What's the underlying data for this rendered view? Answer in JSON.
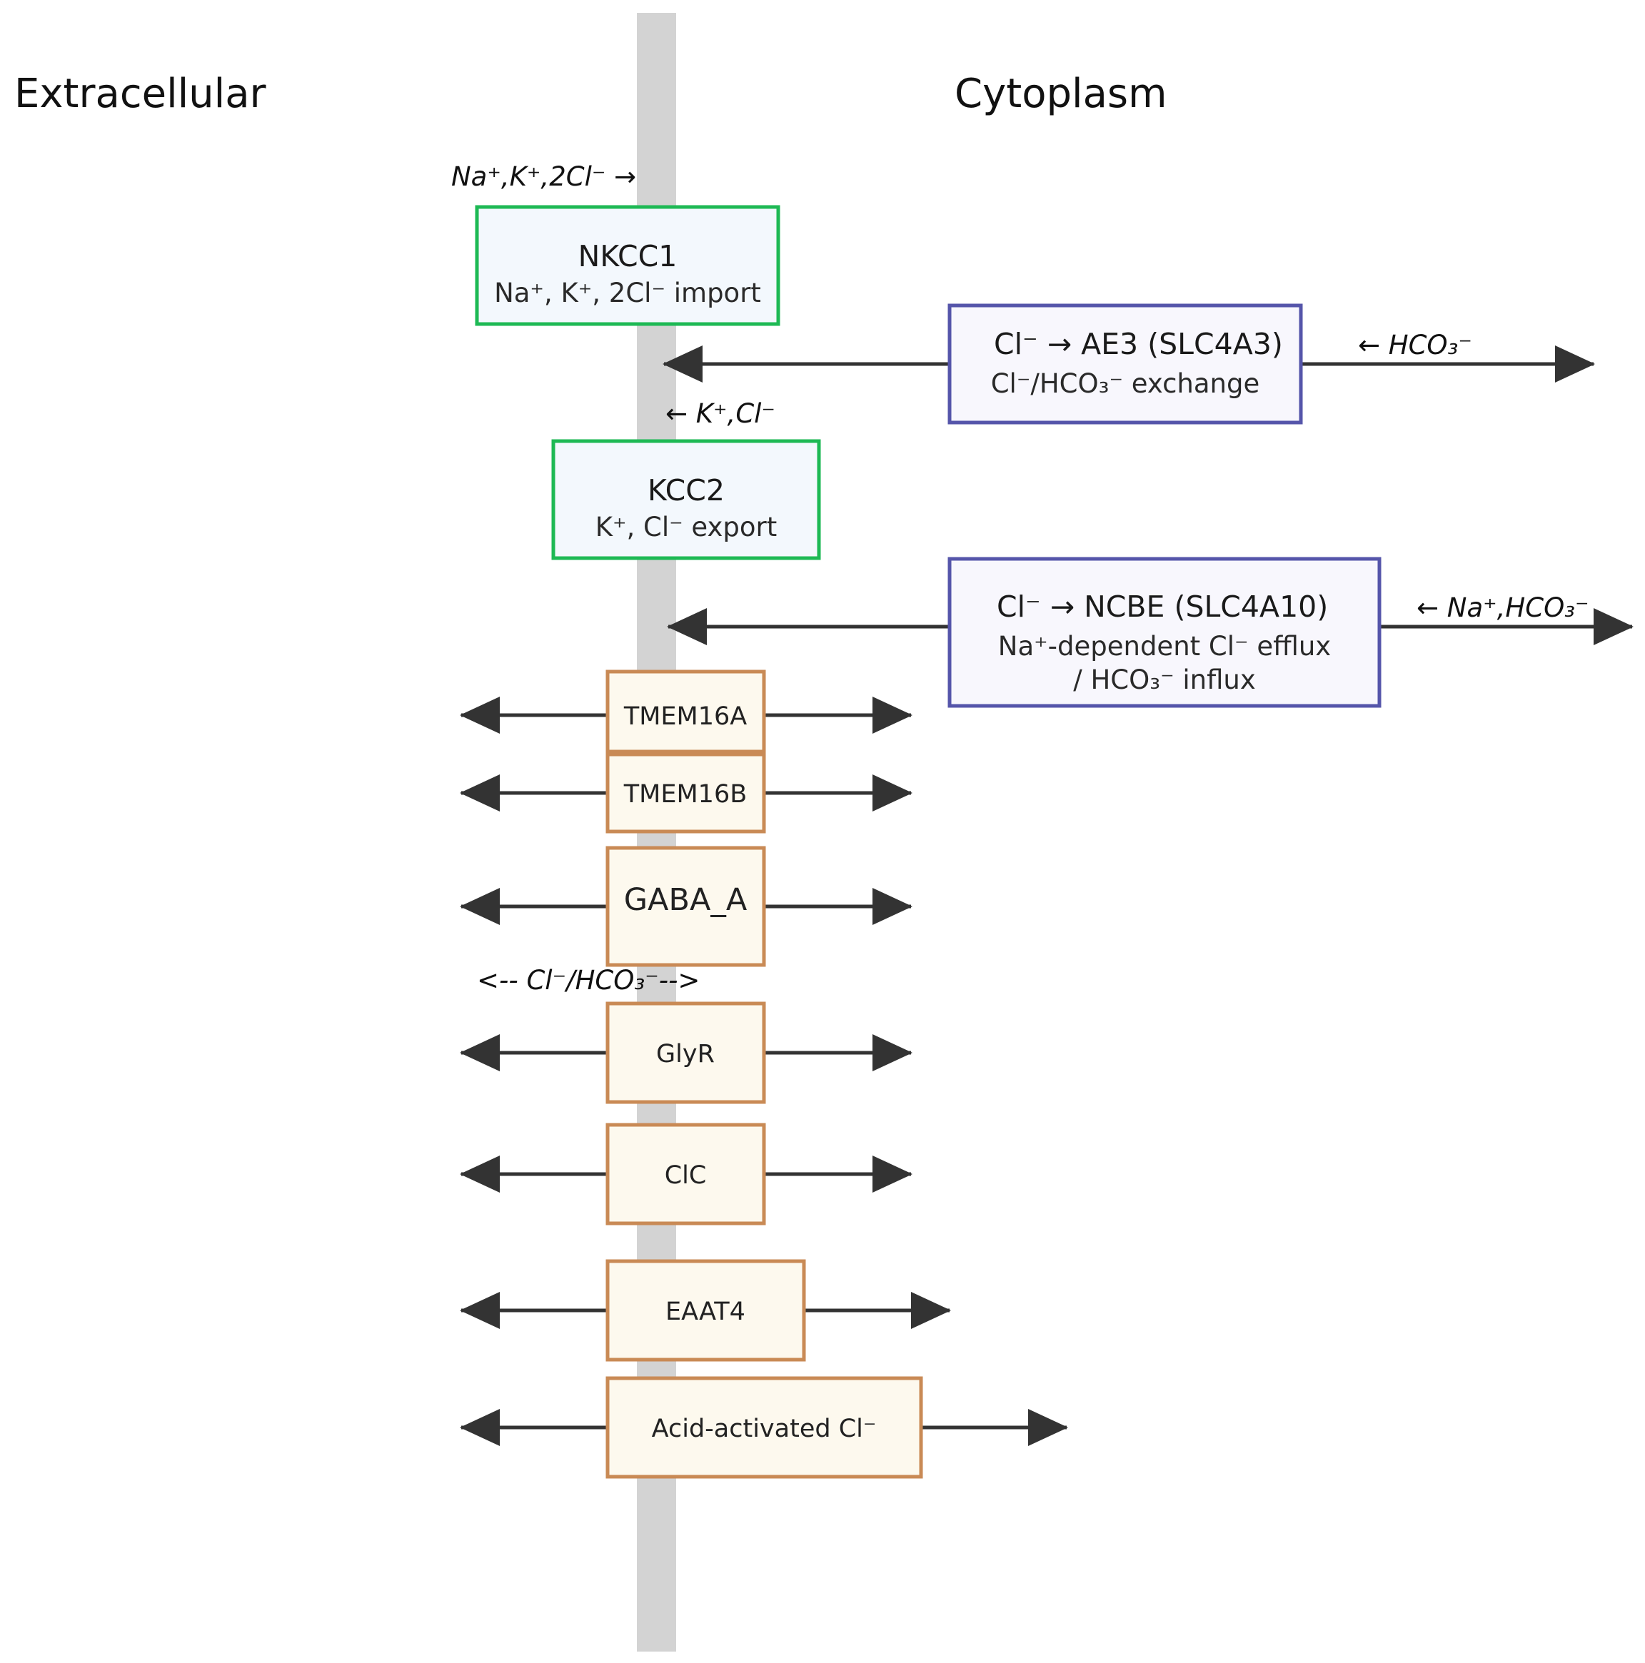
{
  "regions": {
    "extracellular": "Extracellular",
    "cytoplasm": "Cytoplasm"
  },
  "colors": {
    "membrane": "#d3d3d3",
    "cotransporter_border": "#1db954",
    "cotransporter_fill": "#f3f8fd",
    "exchanger_border": "#5555aa",
    "exchanger_fill": "#f8f7fd",
    "channel_border": "#c98a55",
    "channel_fill": "#fdf9ee",
    "arrow": "#333333"
  },
  "cotransporters": [
    {
      "name": "NKCC1",
      "desc": "Na⁺, K⁺, 2Cl⁻ import",
      "flux": "Na⁺,K⁺,2Cl⁻ →"
    },
    {
      "name": "KCC2",
      "desc": "K⁺, Cl⁻ export",
      "flux": "← K⁺,Cl⁻"
    }
  ],
  "exchangers": [
    {
      "name": "Cl⁻ → AE3 (SLC4A3)",
      "desc": [
        "Cl⁻/HCO₃⁻ exchange"
      ],
      "flux": "← HCO₃⁻"
    },
    {
      "name": "Cl⁻ →  NCBE (SLC4A10)",
      "desc": [
        "Na⁺-dependent Cl⁻ efflux",
        "/ HCO₃⁻ influx"
      ],
      "flux": "← Na⁺,HCO₃⁻"
    }
  ],
  "channels": [
    {
      "name": "TMEM16A"
    },
    {
      "name": "TMEM16B"
    },
    {
      "name": "GABA_A"
    },
    {
      "name": "GlyR"
    },
    {
      "name": "ClC"
    },
    {
      "name": "EAAT4"
    },
    {
      "name": "Acid-activated Cl⁻"
    }
  ],
  "channel_flux_label": "<-- Cl⁻/HCO₃⁻-->"
}
